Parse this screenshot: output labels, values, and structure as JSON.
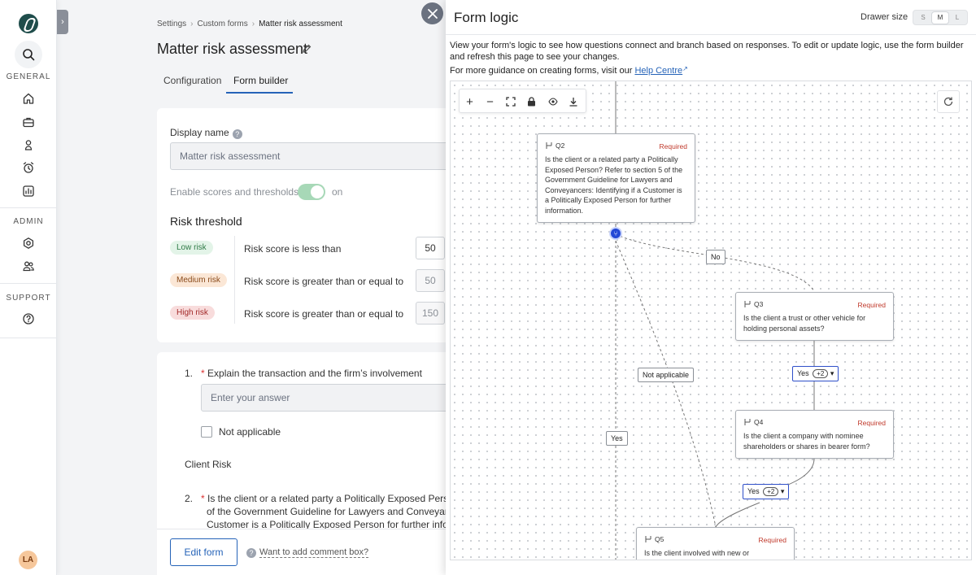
{
  "nav": {
    "general_label": "GENERAL",
    "admin_label": "ADMIN",
    "support_label": "SUPPORT",
    "avatar_initials": "LA"
  },
  "breadcrumb": [
    "Settings",
    "Custom forms",
    "Matter risk assessment"
  ],
  "page_title": "Matter risk assessment",
  "tabs": [
    {
      "label": "Configuration"
    },
    {
      "label": "Form builder",
      "active": true
    }
  ],
  "form": {
    "display_name_label": "Display name",
    "display_name_value": "Matter risk assessment",
    "scores_label": "Enable scores and thresholds",
    "scores_state": "on",
    "risk_threshold_title": "Risk threshold",
    "thresholds": [
      {
        "badge": "Low risk",
        "rule": "Risk score is less than",
        "value": "50",
        "badge_bg": "#e3f4e8",
        "badge_fg": "#2f7a46"
      },
      {
        "badge": "Medium risk",
        "rule": "Risk score is greater than or equal to",
        "value": "50",
        "badge_bg": "#fbe7d6",
        "badge_fg": "#8a4a1a"
      },
      {
        "badge": "High risk",
        "rule": "Risk score is greater than or equal to",
        "value": "150",
        "badge_bg": "#f8dcdc",
        "badge_fg": "#a32a2a"
      }
    ],
    "q1_number": "1.",
    "q1_text": "Explain the transaction and the firm’s involvement",
    "q1_placeholder": "Enter your answer",
    "not_applicable": "Not applicable",
    "section_label": "Client Risk",
    "q2_number": "2.",
    "q2_line1": "Is the client or a related party a Politically Exposed Person?",
    "q2_line2": "of the Government Guideline for Lawyers and Conveyancer",
    "q2_line3": "Customer is a Politically Exposed Person for further inform",
    "edit_form": "Edit form",
    "comment_link": "Want to add comment box?"
  },
  "drawer": {
    "title": "Form logic",
    "size_label": "Drawer size",
    "sizes": [
      "S",
      "M",
      "L"
    ],
    "active_size": "M",
    "description": "View your form's logic to see how questions connect and branch based on responses. To edit or update logic, use the form builder and refresh this page to see your changes.",
    "guidance_prefix": "For more guidance on creating forms, visit our",
    "help_link": "Help Centre",
    "nodes": [
      {
        "id": "Q2",
        "required": "Required",
        "text": "Is the client or a related party a Politically Exposed Person? Refer to section 5 of the Government Guideline for Lawyers and Conveyancers: Identifying if a Customer is a Politically Exposed Person for further information."
      },
      {
        "id": "Q3",
        "required": "Required",
        "text": "Is the client a trust or other vehicle for holding personal assets?"
      },
      {
        "id": "Q4",
        "required": "Required",
        "text": "Is the client a company with nominee shareholders or shares in bearer form?"
      },
      {
        "id": "Q5",
        "required": "Required",
        "text": "Is the client involved with new or developing"
      }
    ],
    "edges": {
      "no": "No",
      "not_applicable": "Not applicable",
      "yes": "Yes",
      "yes_more_1": "Yes",
      "yes_more_1_chip": "+2",
      "yes_more_2": "Yes",
      "yes_more_2_chip": "+2"
    }
  }
}
